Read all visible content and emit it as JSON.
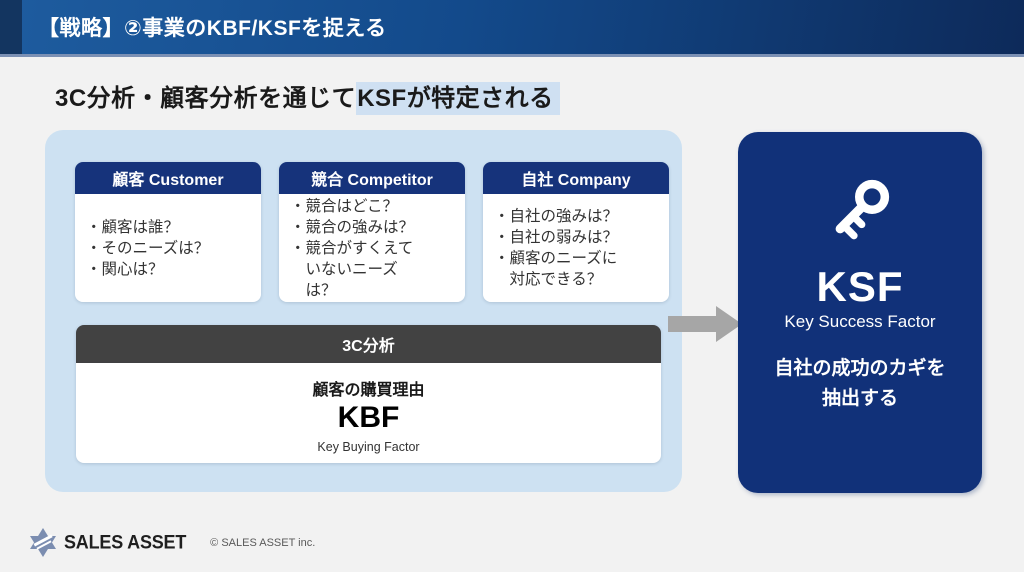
{
  "header": {
    "title": "【戦略】②事業のKBF/KSFを捉える"
  },
  "slide": {
    "title_prefix": "3C分析・顧客分析を通じて",
    "title_highlight": "KSFが特定される"
  },
  "cards": [
    {
      "header": "顧客 Customer",
      "bullets": [
        "・顧客は誰？",
        "・そのニーズは？",
        "・関心は？"
      ]
    },
    {
      "header": "競合 Competitor",
      "bullets": [
        "・競合はどこ？",
        "・競合の強みは？",
        "・競合がすくえて\n　いないニーズ\n　は？"
      ]
    },
    {
      "header": "自社 Company",
      "bullets": [
        "・自社の強みは？",
        "・自社の弱みは？",
        "・顧客のニーズに\n　対応できる？"
      ]
    }
  ],
  "analysis": {
    "bar_label": "3C分析",
    "kbf_caption": "顧客の購買理由",
    "kbf_title": "KBF",
    "kbf_subtitle": "Key Buying Factor"
  },
  "ksf": {
    "icon": "key-icon",
    "title": "KSF",
    "subtitle": "Key Success Factor",
    "description": "自社の成功のカギを\n抽出する"
  },
  "footer": {
    "logo_icon": "hexagram-star-icon",
    "brand": "SALES ASSET",
    "copyright": "© SALES ASSET inc."
  },
  "colors": {
    "header_gradient_start": "#1e5c9f",
    "header_gradient_end": "#0d2a5a",
    "header_accent_square": "#133560",
    "navy_card_header": "#16337b",
    "ksf_box_navy": "#113179",
    "light_blue_panel": "#cde1f2",
    "title_highlight": "#cfe0f2",
    "dark_bar": "#424242",
    "arrow_gray": "#a6a6a6",
    "page_background": "#f2f2f2",
    "logo_star_blue": "#7b8db0"
  }
}
